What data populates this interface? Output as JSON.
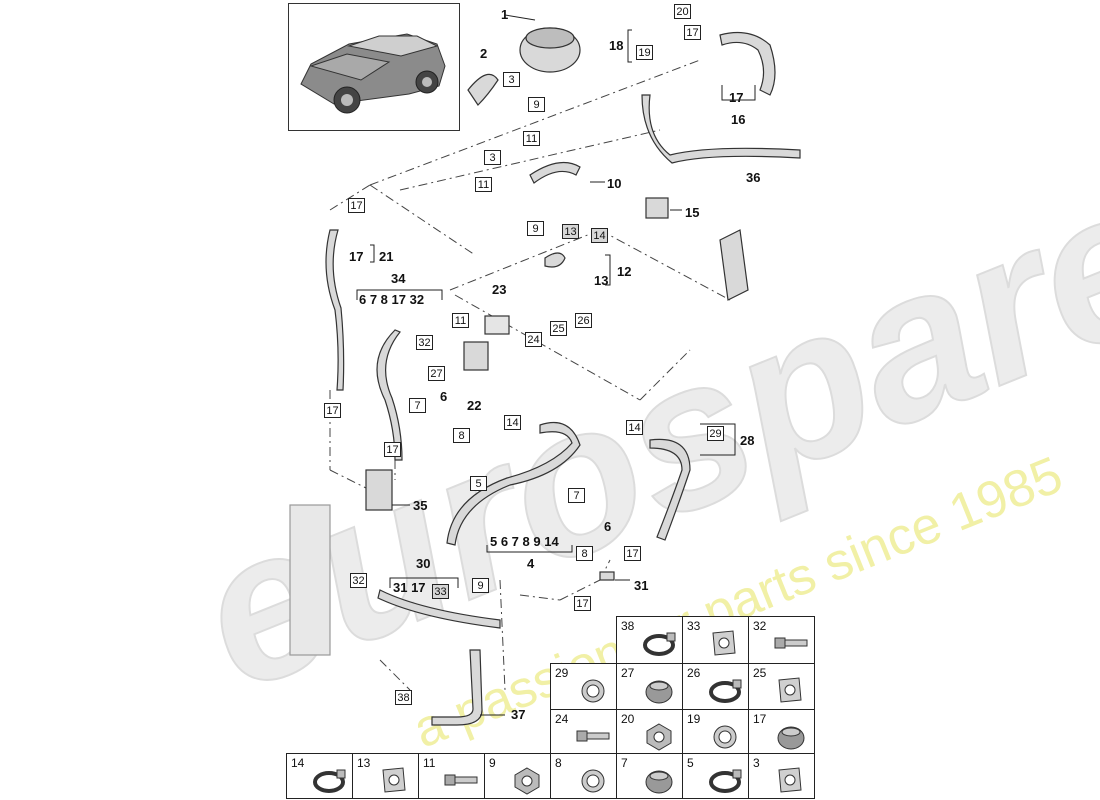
{
  "watermark": {
    "brand": "eurospares",
    "tagline": "a passion for parts since 1985",
    "colors": {
      "brand": "#e6e6e6",
      "tagline": "#efee9a"
    }
  },
  "callout_boxes": {
    "b20": "20",
    "b19": "19",
    "b17a": "17",
    "b3a": "3",
    "b9a": "9",
    "b11a": "11",
    "b3b": "3",
    "b11b": "11",
    "b9b": "9",
    "b13": "13",
    "b14a": "14",
    "b17b": "17",
    "b11c": "11",
    "b32a": "32",
    "b27": "27",
    "b24": "24",
    "b25": "25",
    "b26": "26",
    "b7a": "7",
    "b8a": "8",
    "b17c": "17",
    "b17d": "17",
    "b14b": "14",
    "b14c": "14",
    "b29": "29",
    "b5": "5",
    "b7b": "7",
    "b8b": "8",
    "b17e": "17",
    "b9c": "9",
    "b32b": "32",
    "b33": "33",
    "b17f": "17",
    "b38": "38"
  },
  "labels": {
    "l1": "1",
    "l2": "2",
    "l18": "18",
    "l17a": "17",
    "l16": "16",
    "l36": "36",
    "l10": "10",
    "l15": "15",
    "l12": "12",
    "l13": "13",
    "l17b": "17",
    "l21": "21",
    "l34": "34",
    "l34sub": "6 7 8 17 32",
    "l23": "23",
    "l6a": "6",
    "l22": "22",
    "l28": "28",
    "l35": "35",
    "l4sub": "5 6 7 8 9 14",
    "l4": "4",
    "l6b": "6",
    "l30": "30",
    "l30sub": "31 17",
    "l31": "31",
    "l37": "37"
  },
  "legend": {
    "row1": [
      {
        "num": "38"
      },
      {
        "num": "33"
      },
      {
        "num": "32"
      }
    ],
    "row2": [
      {
        "num": "29"
      },
      {
        "num": "27"
      },
      {
        "num": "26"
      },
      {
        "num": "25"
      }
    ],
    "row3": [
      {
        "num": "24"
      },
      {
        "num": "20"
      },
      {
        "num": "19"
      },
      {
        "num": "17"
      }
    ],
    "row4": [
      {
        "num": "14"
      },
      {
        "num": "13"
      },
      {
        "num": "11"
      },
      {
        "num": "9"
      },
      {
        "num": "8"
      },
      {
        "num": "7"
      },
      {
        "num": "5"
      },
      {
        "num": "3"
      }
    ]
  }
}
